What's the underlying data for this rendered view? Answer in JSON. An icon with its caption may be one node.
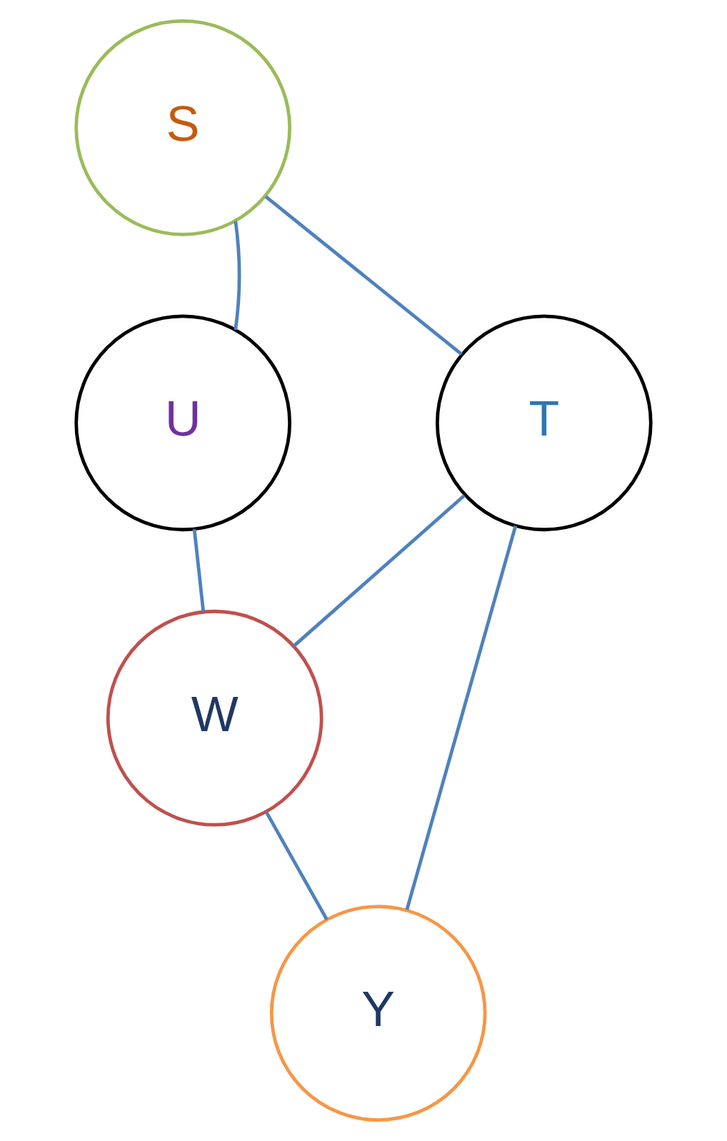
{
  "diagram": {
    "nodes": [
      {
        "text": [
          "S"
        ]
      },
      {
        "text": [
          "T"
        ]
      },
      {
        "text": [
          "U"
        ]
      },
      {
        "text": [
          "W"
        ]
      },
      {
        "text": [
          "Y"
        ]
      }
    ],
    "edges": [
      {
        "from": 0,
        "to": 1,
        "arrow": "none"
      },
      {
        "from": 0,
        "to": 2,
        "arrow": "none"
      },
      {
        "from": 1,
        "to": 3,
        "arrow": "none"
      },
      {
        "from": 2,
        "to": 3,
        "arrow": "none"
      },
      {
        "from": 1,
        "to": 4,
        "arrow": "none"
      },
      {
        "from": 3,
        "to": 4,
        "arrow": "none"
      }
    ]
  }
}
